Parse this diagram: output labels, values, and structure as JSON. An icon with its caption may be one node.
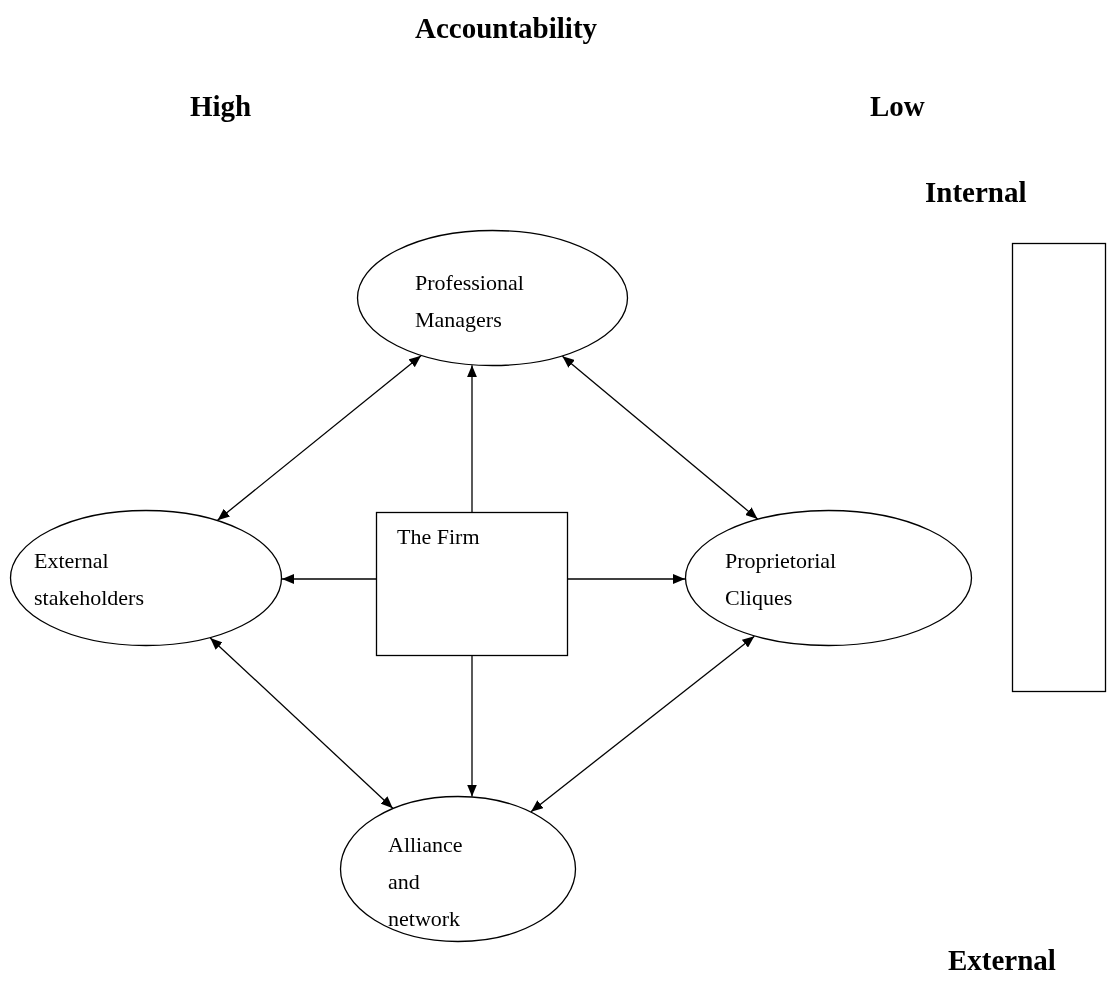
{
  "diagram": {
    "title": "Accountability",
    "nodes": [
      {
        "text": [
          "Professional Managers"
        ]
      },
      {
        "text": [],
        "shape": "box"
      },
      {
        "text": [
          "External stakeholders"
        ]
      },
      {
        "text": [
          "The Firm"
        ]
      },
      {
        "text": [
          "Proprietorial Cliques"
        ]
      },
      {
        "text": [
          "Alliance and network"
        ]
      }
    ],
    "edges": [
      {
        "from": 3,
        "to": 0,
        "arrow": "to"
      },
      {
        "from": 3,
        "to": 2,
        "arrow": "to"
      },
      {
        "from": 3,
        "to": 4,
        "arrow": "to"
      },
      {
        "from": 3,
        "to": 5,
        "arrow": "to"
      },
      {
        "from": 0,
        "to": 2,
        "arrow": "both"
      },
      {
        "from": 0,
        "to": 4,
        "arrow": "both"
      },
      {
        "from": 2,
        "to": 5,
        "arrow": "both"
      },
      {
        "from": 4,
        "to": 5,
        "arrow": "both"
      }
    ],
    "labels": [
      "High",
      "Low",
      "Internal",
      "External"
    ]
  }
}
